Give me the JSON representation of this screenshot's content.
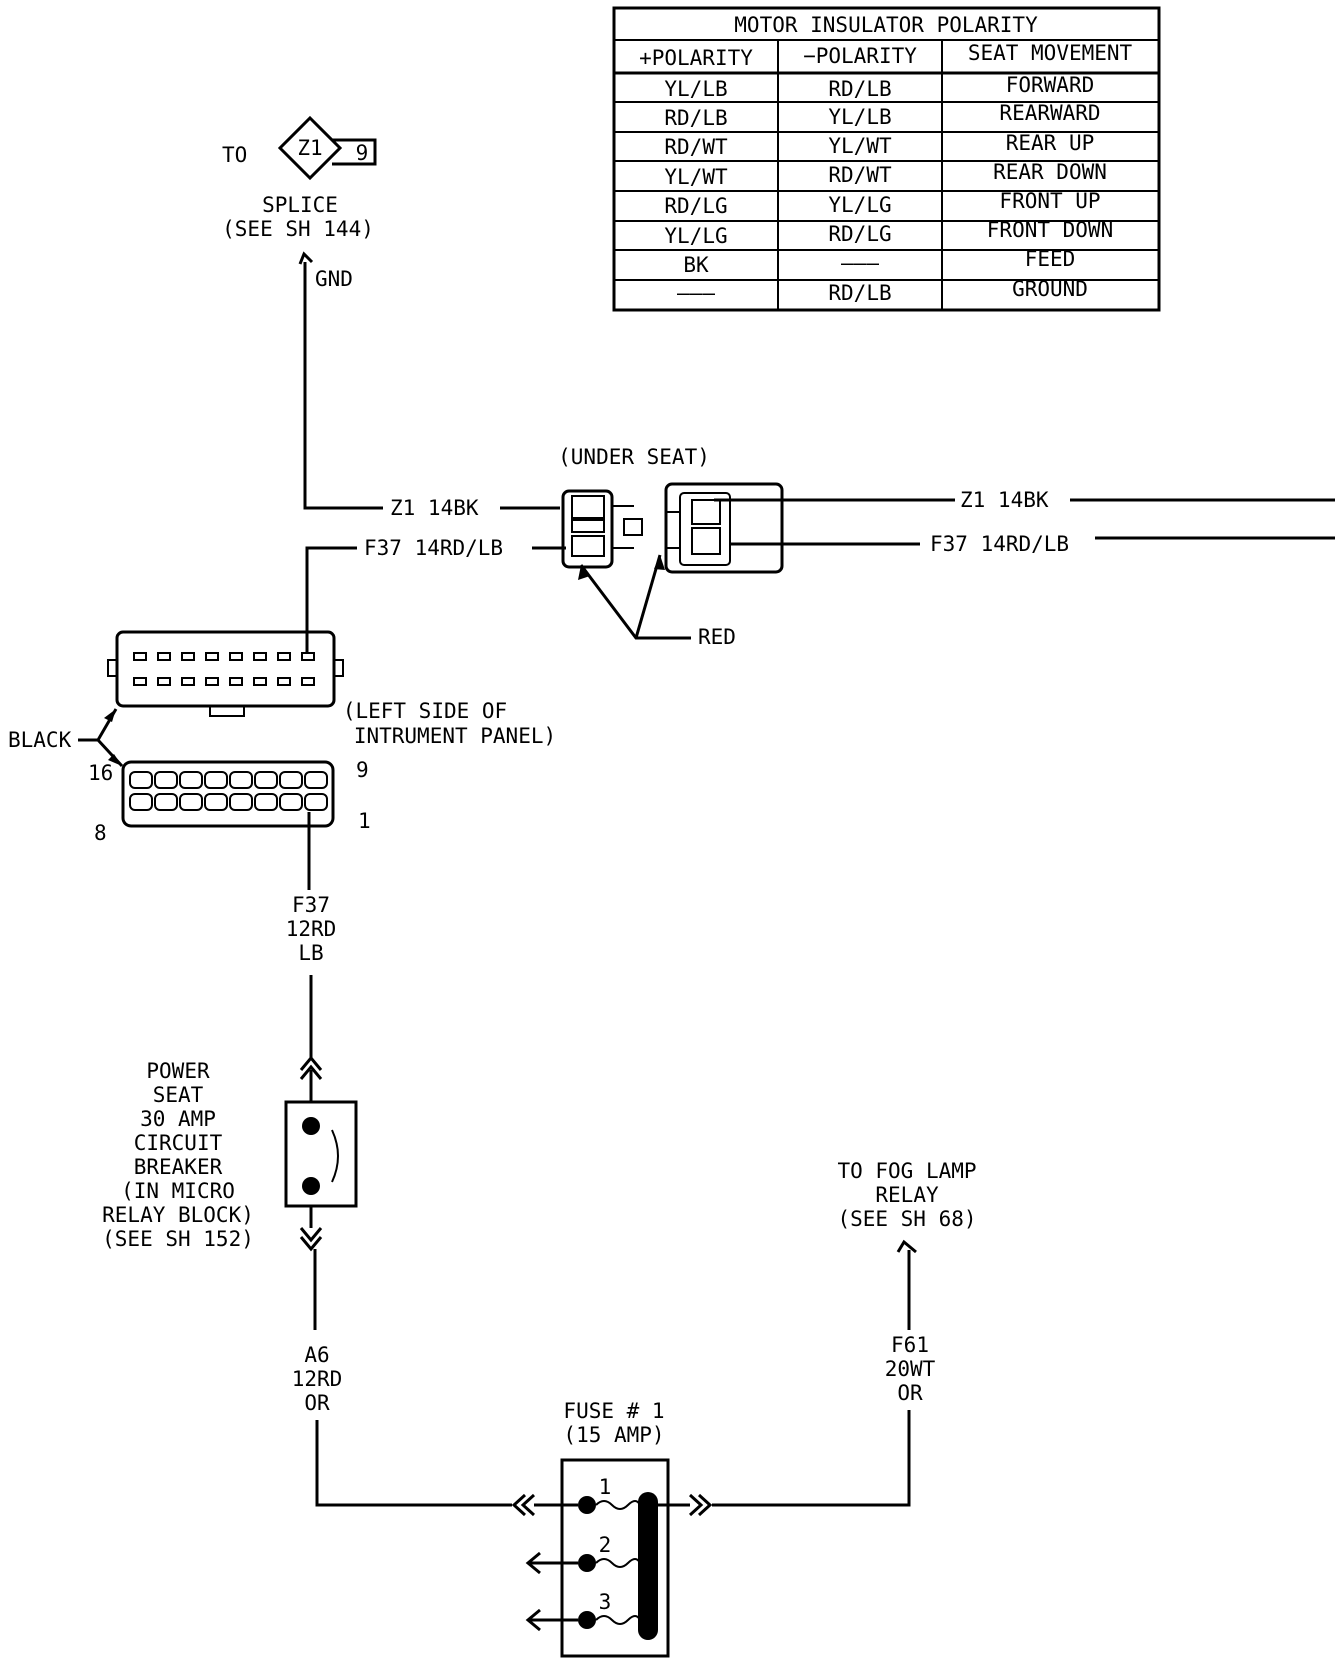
{
  "table": {
    "title": "MOTOR INSULATOR POLARITY",
    "headers": [
      "+POLARITY",
      "−POLARITY",
      "SEAT MOVEMENT"
    ],
    "rows": [
      [
        "YL/LB",
        "RD/LB",
        "FORWARD"
      ],
      [
        "RD/LB",
        "YL/LB",
        "REARWARD"
      ],
      [
        "RD/WT",
        "YL/WT",
        "REAR UP"
      ],
      [
        "YL/WT",
        "RD/WT",
        "REAR DOWN"
      ],
      [
        "RD/LG",
        "YL/LG",
        "FRONT UP"
      ],
      [
        "YL/LG",
        "RD/LG",
        "FRONT DOWN"
      ],
      [
        "BK",
        "———",
        "FEED"
      ],
      [
        "———",
        "RD/LB",
        "GROUND"
      ]
    ]
  },
  "splice": {
    "to": "TO",
    "code": "Z1",
    "pin": "9",
    "label": "SPLICE",
    "see": "(SEE SH 144)",
    "gnd": "GND"
  },
  "under_seat": {
    "label": "(UNDER SEAT)",
    "wire_z1_left": "Z1 14BK",
    "wire_f37_left": "F37 14RD/LB",
    "wire_z1_right": "Z1 14BK",
    "wire_f37_right": "F37 14RD/LB",
    "color": "RED"
  },
  "panel_connector": {
    "label_line1": "(LEFT SIDE OF",
    "label_line2": "INTRUMENT PANEL)",
    "color": "BLACK",
    "pin16": "16",
    "pin9": "9",
    "pin8": "8",
    "pin1": "1"
  },
  "wire_f37_12": {
    "l1": "F37",
    "l2": "12RD",
    "l3": "LB"
  },
  "breaker": {
    "lines": [
      "POWER",
      "SEAT",
      "30 AMP",
      "CIRCUIT",
      "BREAKER",
      "(IN MICRO",
      "RELAY BLOCK)",
      "(SEE SH 152)"
    ]
  },
  "wire_a6": {
    "l1": "A6",
    "l2": "12RD",
    "l3": "OR"
  },
  "fog": {
    "l1": "TO FOG LAMP",
    "l2": "RELAY",
    "l3": "(SEE SH 68)"
  },
  "wire_f61": {
    "l1": "F61",
    "l2": "20WT",
    "l3": "OR"
  },
  "fuse": {
    "l1": "FUSE # 1",
    "l2": "(15 AMP)",
    "pins": [
      "1",
      "2",
      "3"
    ]
  }
}
